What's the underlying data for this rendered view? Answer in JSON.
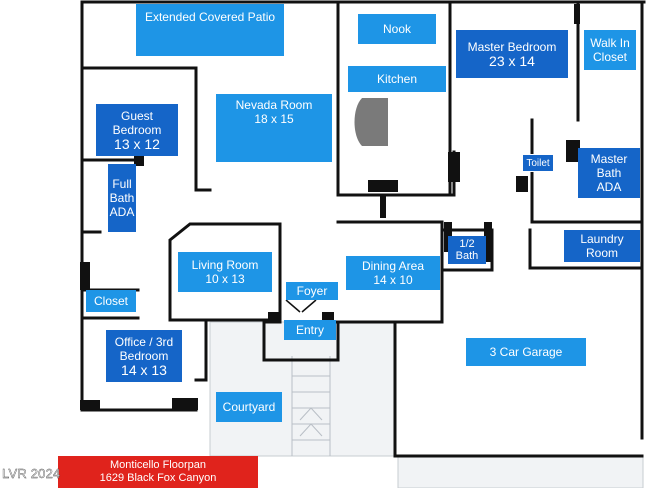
{
  "rooms": {
    "patio": {
      "name": "Extended Covered Patio"
    },
    "nook": {
      "name": "Nook"
    },
    "kitchen": {
      "name": "Kitchen"
    },
    "master_bedroom": {
      "name": "Master Bedroom",
      "dim": "23 x 14"
    },
    "walk_in_closet": {
      "name": "Walk In Closet"
    },
    "guest_bedroom": {
      "name": "Guest Bedroom",
      "dim": "13 x 12"
    },
    "nevada_room": {
      "name": "Nevada Room",
      "dim": "18 x 15"
    },
    "toilet": {
      "name": "Toilet"
    },
    "master_bath": {
      "name": "Master Bath ADA"
    },
    "full_bath": {
      "name": "Full Bath ADA"
    },
    "half_bath": {
      "name": "1/2 Bath"
    },
    "laundry": {
      "name": "Laundry Room"
    },
    "living_room": {
      "name": "Living Room",
      "dim": "10 x 13"
    },
    "dining_area": {
      "name": "Dining Area",
      "dim": "14 x 10"
    },
    "foyer": {
      "name": "Foyer"
    },
    "entry": {
      "name": "Entry"
    },
    "closet": {
      "name": "Closet"
    },
    "office": {
      "name": "Office / 3rd Bedroom",
      "dim": "14 x 13"
    },
    "garage": {
      "name": "3 Car Garage"
    },
    "courtyard": {
      "name": "Courtyard"
    }
  },
  "caption": {
    "line1": "Monticello Floorpan",
    "line2": "1629 Black Fox Canyon"
  },
  "watermark": "LVR 2024",
  "colors": {
    "room": "#1e95e6",
    "room_dark": "#1565c8",
    "wall": "#111111",
    "caption_bg": "#e0231c"
  }
}
